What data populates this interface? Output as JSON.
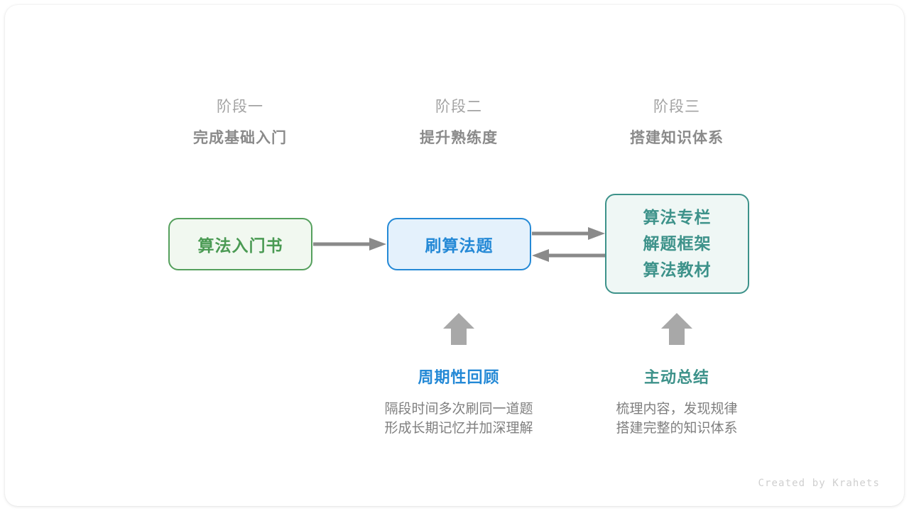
{
  "diagram": {
    "title_hidden": "",
    "stages": [
      {
        "label": "阶段一",
        "title": "完成基础入门"
      },
      {
        "label": "阶段二",
        "title": "提升熟练度"
      },
      {
        "label": "阶段三",
        "title": "搭建知识体系"
      }
    ],
    "boxes": [
      {
        "id": "intro",
        "lines": [
          "算法入门书"
        ],
        "fill": "#f1f8f0",
        "border": "#55a05d",
        "text_color": "#4a9a53"
      },
      {
        "id": "practice",
        "lines": [
          "刷算法题"
        ],
        "fill": "#e4f1fc",
        "border": "#2489d6",
        "text_color": "#2489d6"
      },
      {
        "id": "knowledge",
        "lines": [
          "算法专栏",
          "解题框架",
          "算法教材"
        ],
        "fill": "#eff7f5",
        "border": "#3d928a",
        "text_color": "#3d928a"
      }
    ],
    "connectors": [
      {
        "name": "intro-to-practice",
        "direction": "right"
      },
      {
        "name": "practice-to-knowledge",
        "direction": "right"
      },
      {
        "name": "knowledge-to-practice",
        "direction": "left"
      },
      {
        "name": "review-up",
        "direction": "up"
      },
      {
        "name": "summary-up",
        "direction": "up"
      }
    ],
    "notes": [
      {
        "id": "review",
        "title": "周期性回顾",
        "title_color": "#2489d6",
        "desc_lines": [
          "隔段时间多次刷同一道题",
          "形成长期记忆并加深理解"
        ]
      },
      {
        "id": "summary",
        "title": "主动总结",
        "title_color": "#3d928a",
        "desc_lines": [
          "梳理内容，发现规律",
          "搭建完整的知识体系"
        ]
      }
    ],
    "arrow_color": "#8a8a8a",
    "footer": "Created by Krahets"
  }
}
